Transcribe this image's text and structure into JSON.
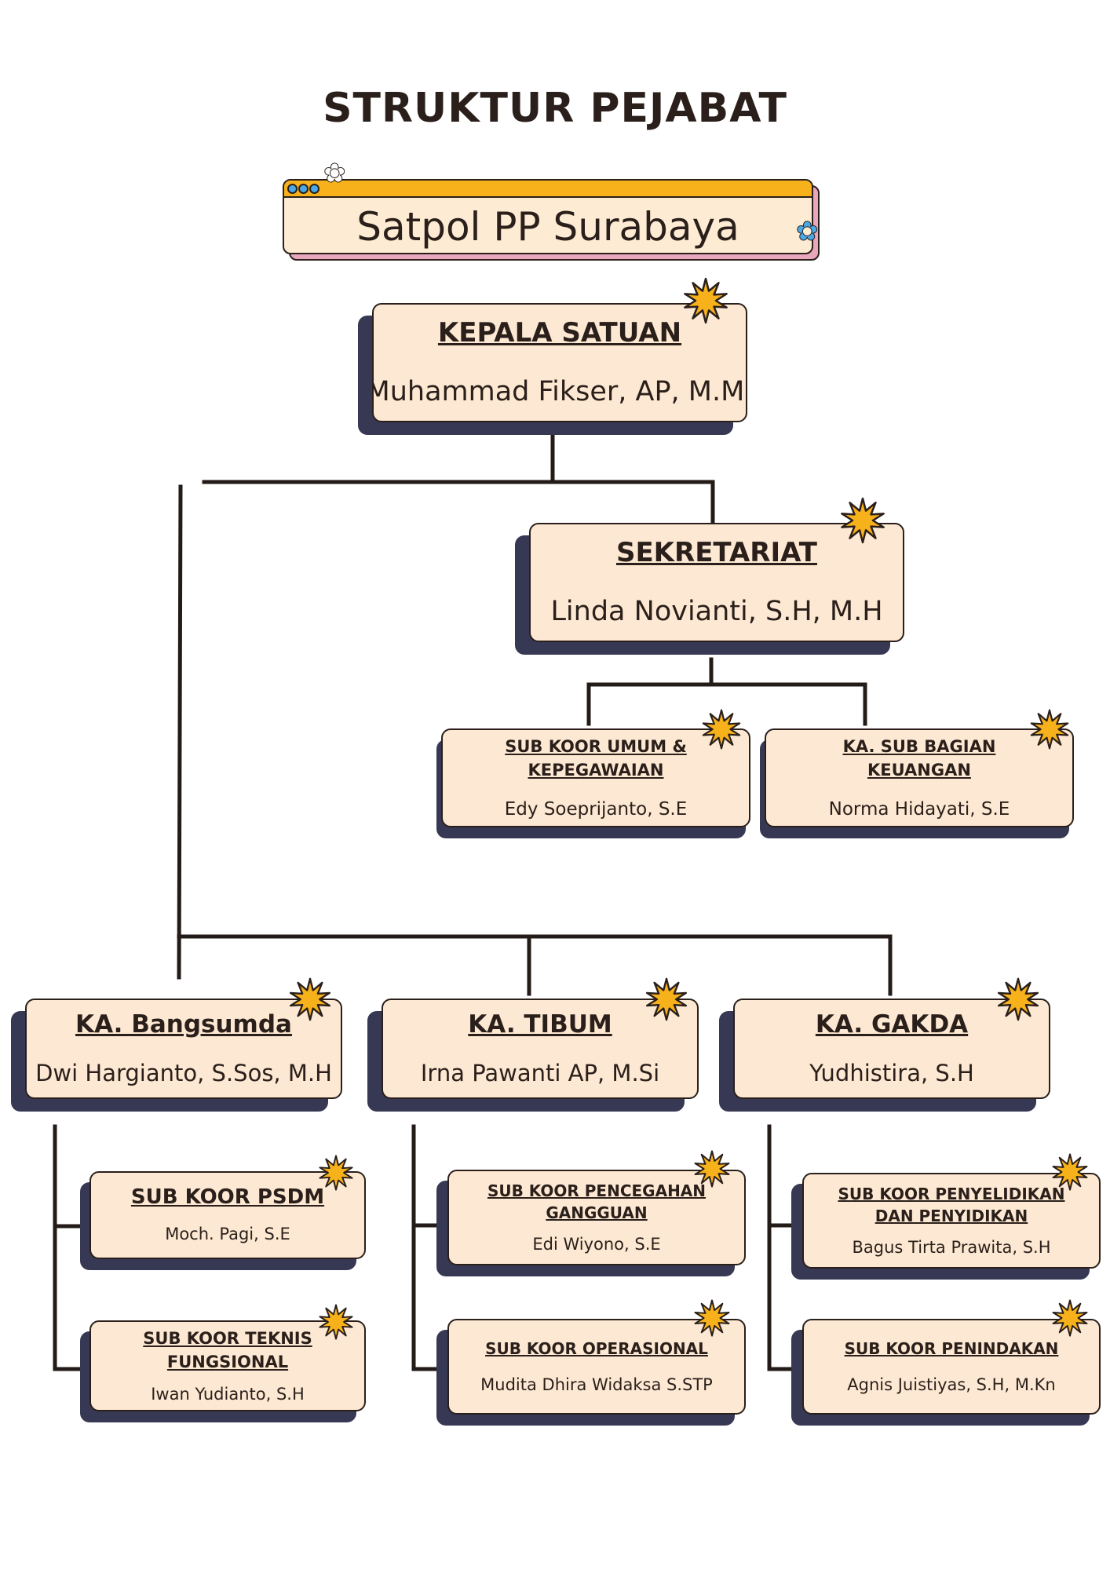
{
  "title": "STRUKTUR PEJABAT",
  "organization": "Satpol PP Surabaya",
  "kepala": {
    "role": "KEPALA SATUAN",
    "name": "Muhammad Fikser, AP, M.M."
  },
  "sekretariat": {
    "role": "SEKRETARIAT",
    "name": "Linda Novianti, S.H, M.H",
    "subs": [
      {
        "role": "SUB KOOR UMUM & KEPEGAWAIAN",
        "name": "Edy Soeprijanto, S.E"
      },
      {
        "role": "KA. SUB BAGIAN KEUANGAN",
        "name": "Norma Hidayati, S.E"
      }
    ]
  },
  "bidang": [
    {
      "role": "KA. Bangsumda",
      "name": "Dwi Hargianto, S.Sos, M.H",
      "subs": [
        {
          "role": "SUB KOOR PSDM",
          "name": "Moch. Pagi, S.E"
        },
        {
          "role": "SUB KOOR TEKNIS FUNGSIONAL",
          "name": "Iwan Yudianto, S.H"
        }
      ]
    },
    {
      "role": "KA. TIBUM",
      "name": "Irna Pawanti AP, M.Si",
      "subs": [
        {
          "role": "SUB KOOR PENCEGAHAN GANGGUAN",
          "name": "Edi Wiyono, S.E"
        },
        {
          "role": "SUB KOOR OPERASIONAL",
          "name": "Mudita Dhira Widaksa S.STP"
        }
      ]
    },
    {
      "role": "KA. GAKDA",
      "name": "Yudhistira, S.H",
      "subs": [
        {
          "role": "SUB KOOR PENYELIDIKAN DAN PENYIDIKAN",
          "name": "Bagus Tirta Prawita, S.H"
        },
        {
          "role": "SUB KOOR PENINDAKAN",
          "name": "Agnis Juistiyas, S.H, M.Kn"
        }
      ]
    }
  ],
  "colors": {
    "card_fill": "#fde9d3",
    "card_shadow": "#373853",
    "star": "#f7b21b",
    "title_bar": "#f7b21b",
    "header_shadow": "#e9a7bd",
    "ink": "#2a1f1a"
  },
  "icons": {
    "star": "star-burst-icon",
    "flower": "daisy-icon",
    "window_dots": "window-dots-icon"
  }
}
